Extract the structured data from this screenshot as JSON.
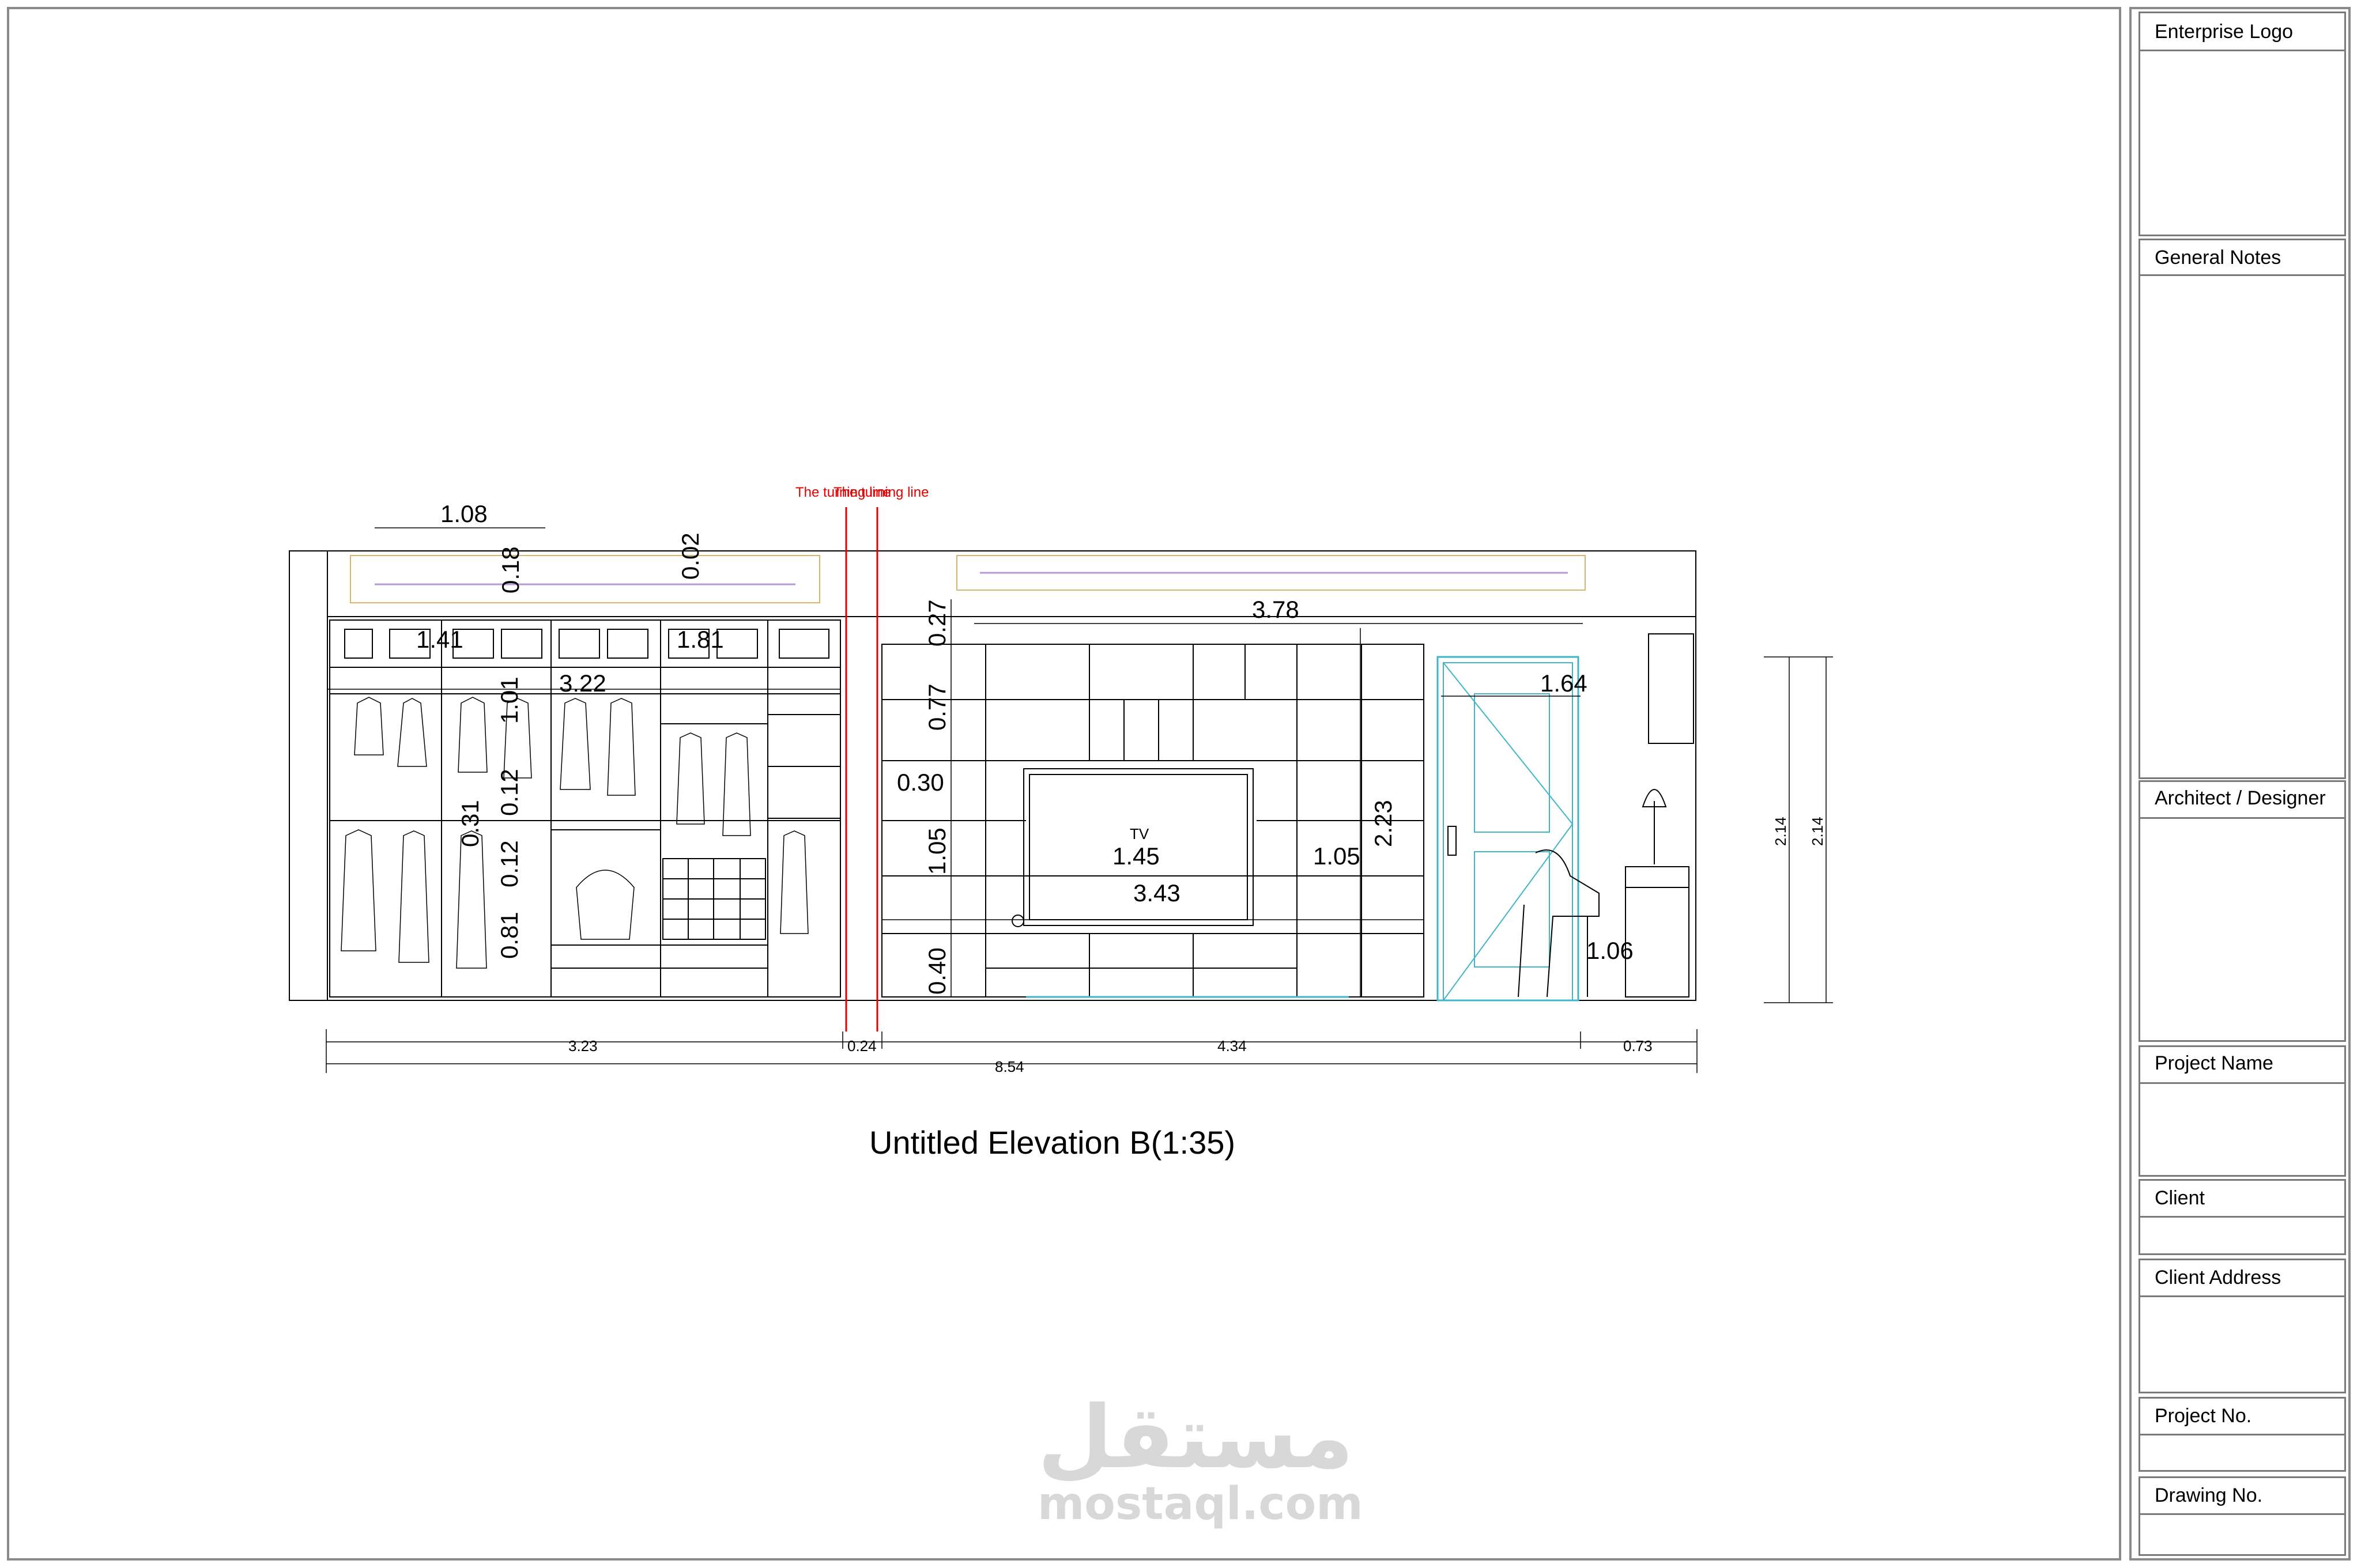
{
  "elevation": {
    "title": "Untitled Elevation B(1:35)",
    "turning_line_label": "The turning line",
    "tv_label": "TV",
    "dimensions": {
      "top_1": "1.08",
      "top_2": "0.18",
      "top_3": "0.02",
      "top_4": "3.78",
      "wardrobe_1": "1.41",
      "wardrobe_2": "1.81",
      "wardrobe_3": "3.22",
      "wardrobe_4": "1.01",
      "wardrobe_5": "0.12",
      "wardrobe_6": "0.31",
      "wardrobe_7": "0.12",
      "wardrobe_8": "0.81",
      "wall_1": "0.27",
      "wall_2": "0.77",
      "wall_3": "0.30",
      "wall_4": "1.05",
      "wall_5": "0.40",
      "wall_6": "1.45",
      "wall_7": "1.05",
      "wall_8": "3.43",
      "wall_9": "2.23",
      "door_width": "1.64",
      "desk_width": "1.06",
      "height_1": "2.14",
      "height_2": "2.14",
      "bottom_1": "3.23",
      "bottom_2": "0.24",
      "bottom_3": "4.34",
      "bottom_4": "0.73",
      "bottom_total": "8.54"
    }
  },
  "title_block": {
    "enterprise_logo": "Enterprise Logo",
    "general_notes": "General Notes",
    "architect": "Architect / Designer",
    "project_name": "Project Name",
    "client": "Client",
    "client_address": "Client Address",
    "project_no": "Project No.",
    "drawing_no": "Drawing No."
  },
  "watermark": {
    "arabic": "مستقل",
    "latin": "mostaql.com"
  },
  "colors": {
    "line": "#000000",
    "turning_line": "#e00000",
    "door": "#3fb6c8",
    "ceiling_accent": "#d9b46b",
    "cove": "#b59ad6"
  }
}
